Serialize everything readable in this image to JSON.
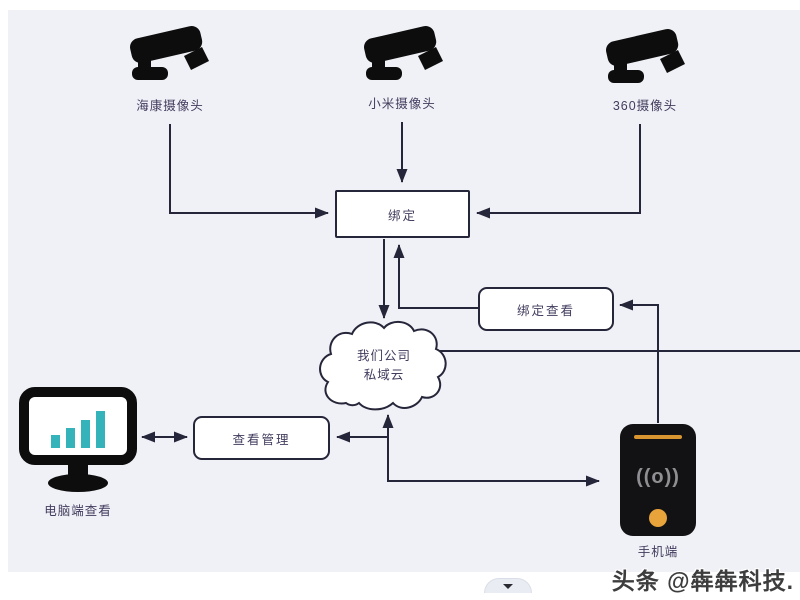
{
  "colors": {
    "canvas_bg": "#f0f1f6",
    "frame_bg": "#ffffff",
    "line": "#26263a",
    "box_border": "#26263a",
    "box_bg": "#ffffff",
    "label_text": "#423c5e",
    "icon_black": "#0d0d0d",
    "monitor_bars": "#35b3bb",
    "phone_accent": "#e8a33a",
    "phone_signal": "#8f8f93",
    "watermark_text": "#3d3d3d"
  },
  "nodes": {
    "cameras": [
      {
        "id": "camera-hikvision",
        "label": "海康摄像头"
      },
      {
        "id": "camera-xiaomi",
        "label": "小米摄像头"
      },
      {
        "id": "camera-360",
        "label": "360摄像头"
      }
    ],
    "bind_box": {
      "id": "bind",
      "label": "绑定"
    },
    "bind_view_box": {
      "id": "bind-view",
      "label": "绑定查看"
    },
    "cloud": {
      "id": "cloud",
      "line1": "我们公司",
      "line2": "私域云"
    },
    "view_manage_box": {
      "id": "view-manage",
      "label": "查看管理"
    },
    "pc": {
      "id": "pc",
      "label": "电脑端查看"
    },
    "phone": {
      "id": "phone",
      "label": "手机端",
      "signal_glyph": "((o))"
    }
  },
  "edges": [
    {
      "from": "camera-hikvision",
      "to": "bind",
      "arrow": "to"
    },
    {
      "from": "camera-xiaomi",
      "to": "bind",
      "arrow": "to"
    },
    {
      "from": "camera-360",
      "to": "bind",
      "arrow": "to"
    },
    {
      "from": "bind",
      "to": "cloud",
      "arrow": "to"
    },
    {
      "from": "bind-view",
      "to": "bind",
      "arrow": "to"
    },
    {
      "from": "phone",
      "to": "bind-view",
      "arrow": "to"
    },
    {
      "from": "cloud",
      "to": "offscreen-right",
      "arrow": "none"
    },
    {
      "from": "view-manage",
      "to": "pc",
      "arrow": "both"
    },
    {
      "from": "cloud-junction",
      "to": "view-manage",
      "arrow": "to"
    },
    {
      "from": "cloud-junction",
      "to": "cloud",
      "arrow": "to"
    },
    {
      "from": "cloud-junction",
      "to": "phone",
      "arrow": "to"
    }
  ],
  "watermark": {
    "text": "头条 @犇犇科技."
  }
}
